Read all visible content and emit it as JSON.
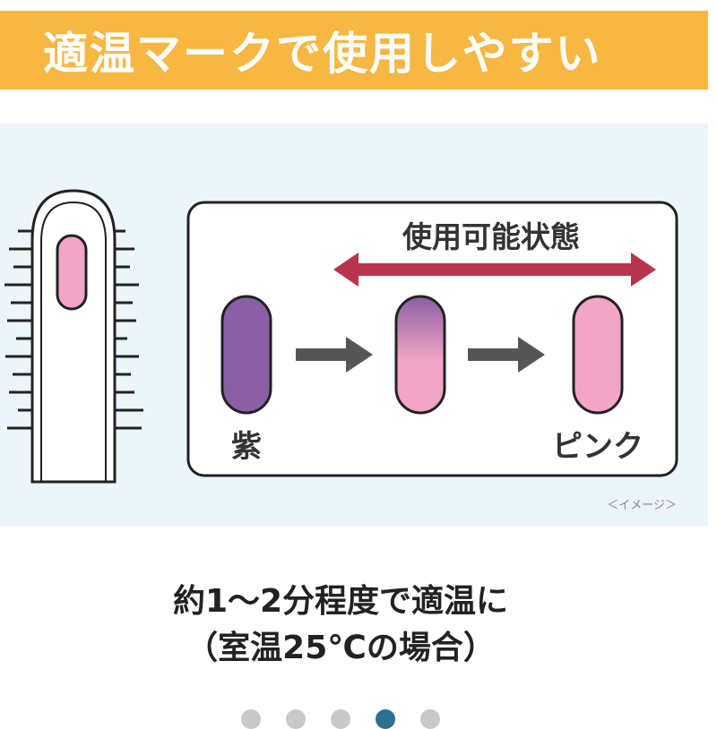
{
  "banner": {
    "title": "適温マークで使用しやすい"
  },
  "diagram": {
    "range_label": "使用可能状態",
    "state_start": "紫",
    "state_end": "ピンク",
    "image_note": "＜イメージ＞",
    "colors": {
      "banner": "#f7b743",
      "purple": "#8b5fa6",
      "pink": "#f2a5c6",
      "arrow_range": "#b8344f",
      "arrow_step": "#555555"
    }
  },
  "caption": {
    "line1": "約1〜2分程度で適温に",
    "line2": "（室温25℃の場合）"
  },
  "pager": {
    "count": 5,
    "active_index": 3
  }
}
